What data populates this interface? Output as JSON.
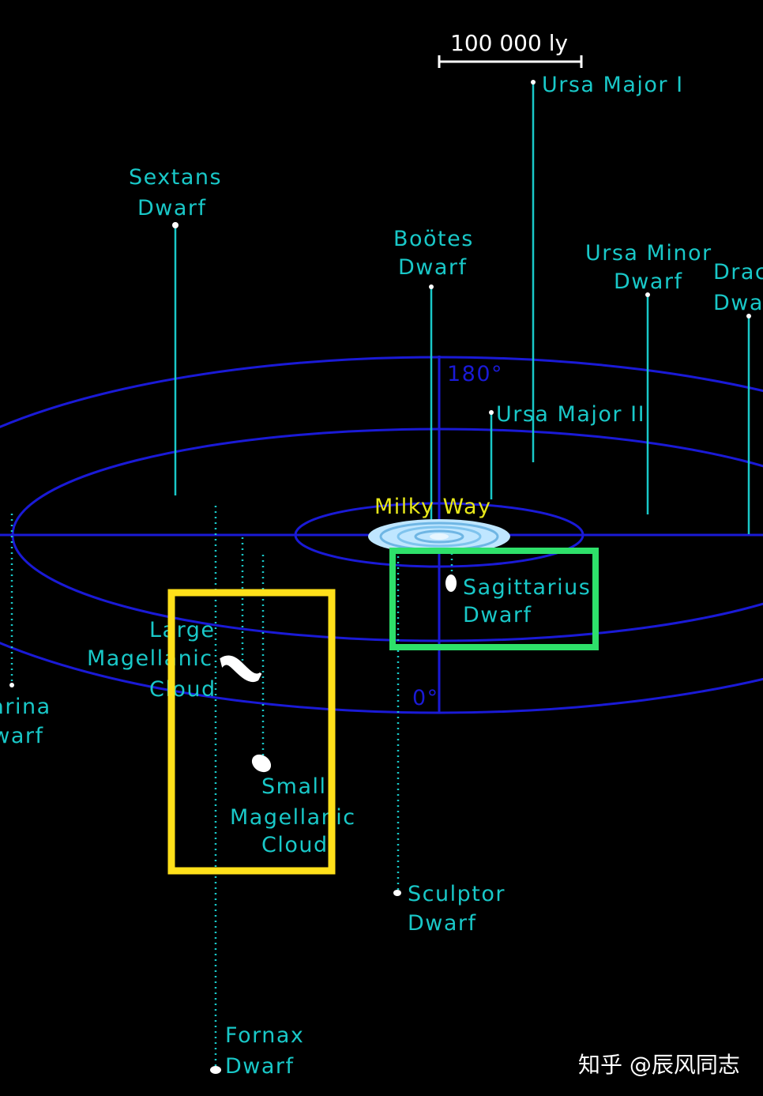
{
  "scale_bar": {
    "label": "100 000 ly"
  },
  "reference": {
    "milky_way": "Milky Way",
    "angle_top": "180°",
    "angle_bottom": "0°"
  },
  "galaxies": {
    "ursa_major_1": [
      "Ursa Major I"
    ],
    "sextans": [
      "Sextans",
      "Dwarf"
    ],
    "bootes": [
      "Boötes",
      "Dwarf"
    ],
    "ursa_minor": [
      "Ursa Minor",
      "Dwarf"
    ],
    "draco": [
      "Draco",
      "Dwarf"
    ],
    "ursa_major_2": [
      "Ursa Major II"
    ],
    "sagittarius": [
      "Sagittarius",
      "Dwarf"
    ],
    "large_magellanic_cloud": [
      "Large",
      "Magellanic",
      "Cloud"
    ],
    "small_magellanic_cloud": [
      "Small",
      "Magellanic",
      "Cloud"
    ],
    "carina": [
      "Carina",
      "Dwarf"
    ],
    "sculptor": [
      "Sculptor",
      "Dwarf"
    ],
    "fornax": [
      "Fornax",
      "Dwarf"
    ]
  },
  "highlights": {
    "magellanic_box_color": "#ffe01a",
    "sagittarius_box_color": "#2ee06a"
  },
  "colors": {
    "label": "#19c8c8",
    "orbit": "#1a1ad6",
    "milky_way": "#e8e81a",
    "background": "#000000"
  },
  "watermark": "知乎 @辰风同志"
}
